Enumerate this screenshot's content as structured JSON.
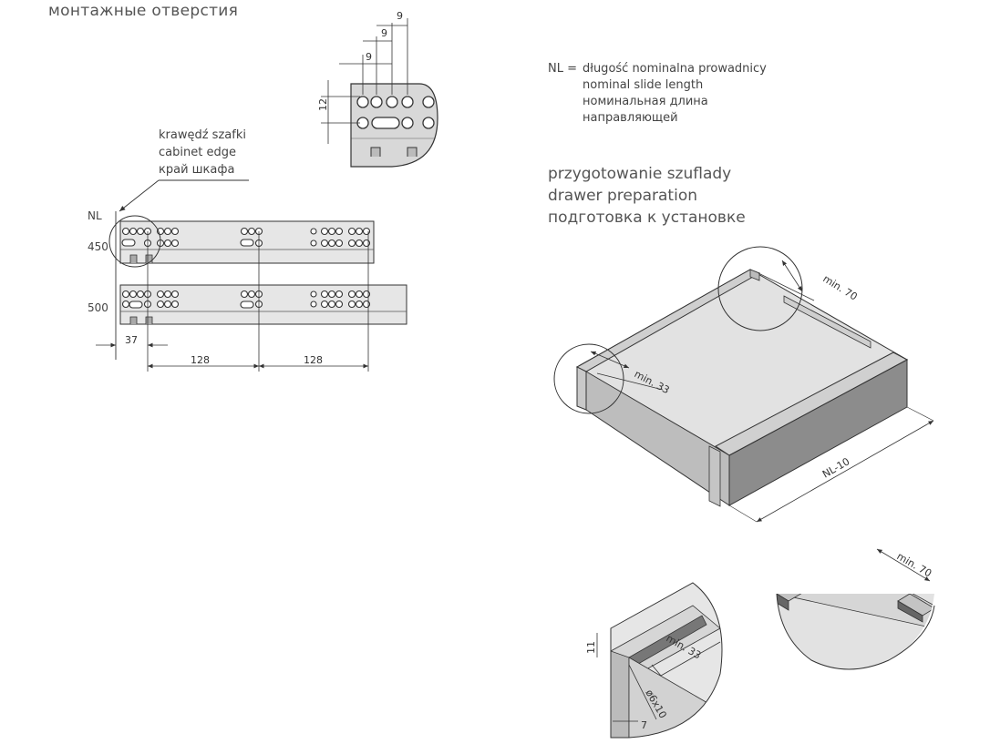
{
  "left": {
    "heading": "монтажные отверстия",
    "cabinet_edge": [
      "krawędź szafki",
      "cabinet edge",
      "край шкафа"
    ],
    "nl_label": "NL",
    "slide_lengths": [
      "450",
      "500"
    ],
    "dims": {
      "offset": "37",
      "pitch_a": "128",
      "pitch_b": "128"
    },
    "detail_dims": {
      "h1": "9",
      "h2": "9",
      "h3": "9",
      "v": "12"
    }
  },
  "right": {
    "nl_legend": {
      "prefix": "NL =",
      "lines": [
        "długość nominalna prowadnicy",
        "nominal slide length",
        "номинальная длина",
        "направляющей"
      ]
    },
    "drawer_prep": [
      "przygotowanie szuflady",
      "drawer preparation",
      "подготовка к установке"
    ],
    "drawer_dims": {
      "back": "min. 70",
      "front": "min. 33",
      "length": "NL-10"
    },
    "detail_a_dims": {
      "top": "min. 33",
      "left": "11",
      "hole": "ø6x10",
      "bottom": "7"
    },
    "detail_b_dims": {
      "top": "min. 70"
    }
  }
}
